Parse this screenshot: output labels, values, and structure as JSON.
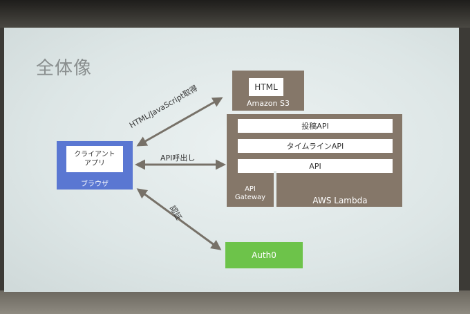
{
  "slide": {
    "title": "全体像"
  },
  "nodes": {
    "s3": {
      "inner": "HTML",
      "label": "Amazon S3"
    },
    "apis": [
      "投稿API",
      "タイムラインAPI",
      "API"
    ],
    "gateway": {
      "line1": "API",
      "line2": "Gateway"
    },
    "lambda": {
      "label": "AWS Lambda"
    },
    "client": {
      "line1": "クライアント",
      "line2": "アプリ",
      "label": "ブラウザ"
    },
    "auth0": {
      "label": "Auth0"
    }
  },
  "edges": {
    "html_fetch": "HTML/JavaScript取得",
    "api_call": "API呼出し",
    "auth": "認証"
  },
  "colors": {
    "aws": "#857769",
    "client": "#5a77d2",
    "auth0": "#6dc34a",
    "arrow": "#777168"
  }
}
